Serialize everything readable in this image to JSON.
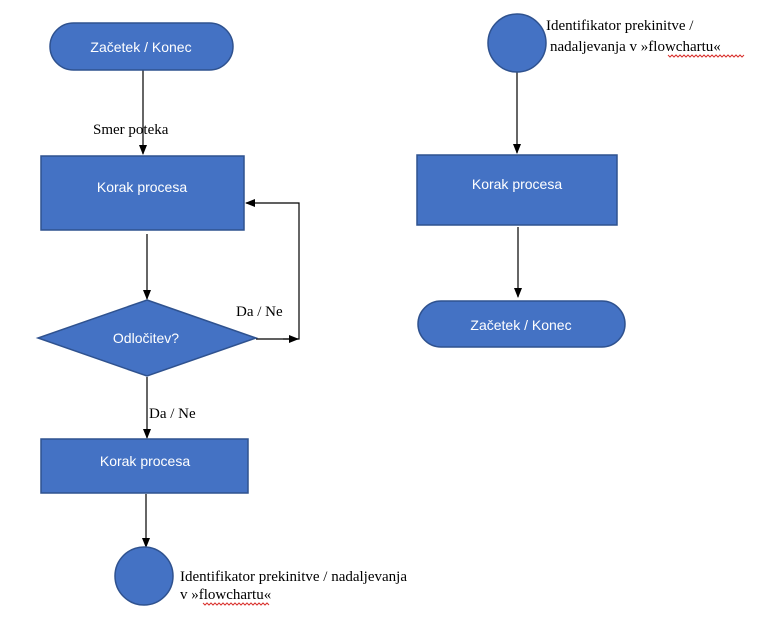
{
  "colors": {
    "shape_fill": "#4472c4",
    "shape_stroke": "#2f528f",
    "shape_text": "#ffffff",
    "connector": "#000000",
    "spellcheck_underline": "#d9302c"
  },
  "left_flow": {
    "terminator_top": "Začetek / Konec",
    "flow_direction_label": "Smer poteka",
    "process_1": "Korak procesa",
    "decision": "Odločitev?",
    "branch_label_right": "Da / Ne",
    "branch_label_down": "Da / Ne",
    "process_2": "Korak procesa",
    "connector_label_line1": "Identifikator prekinitve / nadaljevanja",
    "connector_label_line2_prefix": "v »",
    "connector_label_line2_word": "flowchartu",
    "connector_label_line2_suffix": "«"
  },
  "right_flow": {
    "connector_label_line1": "Identifikator prekinitve /",
    "connector_label_line2_prefix": "nadaljevanja v »",
    "connector_label_line2_word": "flowchartu",
    "connector_label_line2_suffix": "«",
    "process": "Korak procesa",
    "terminator_bottom": "Začetek / Konec"
  }
}
